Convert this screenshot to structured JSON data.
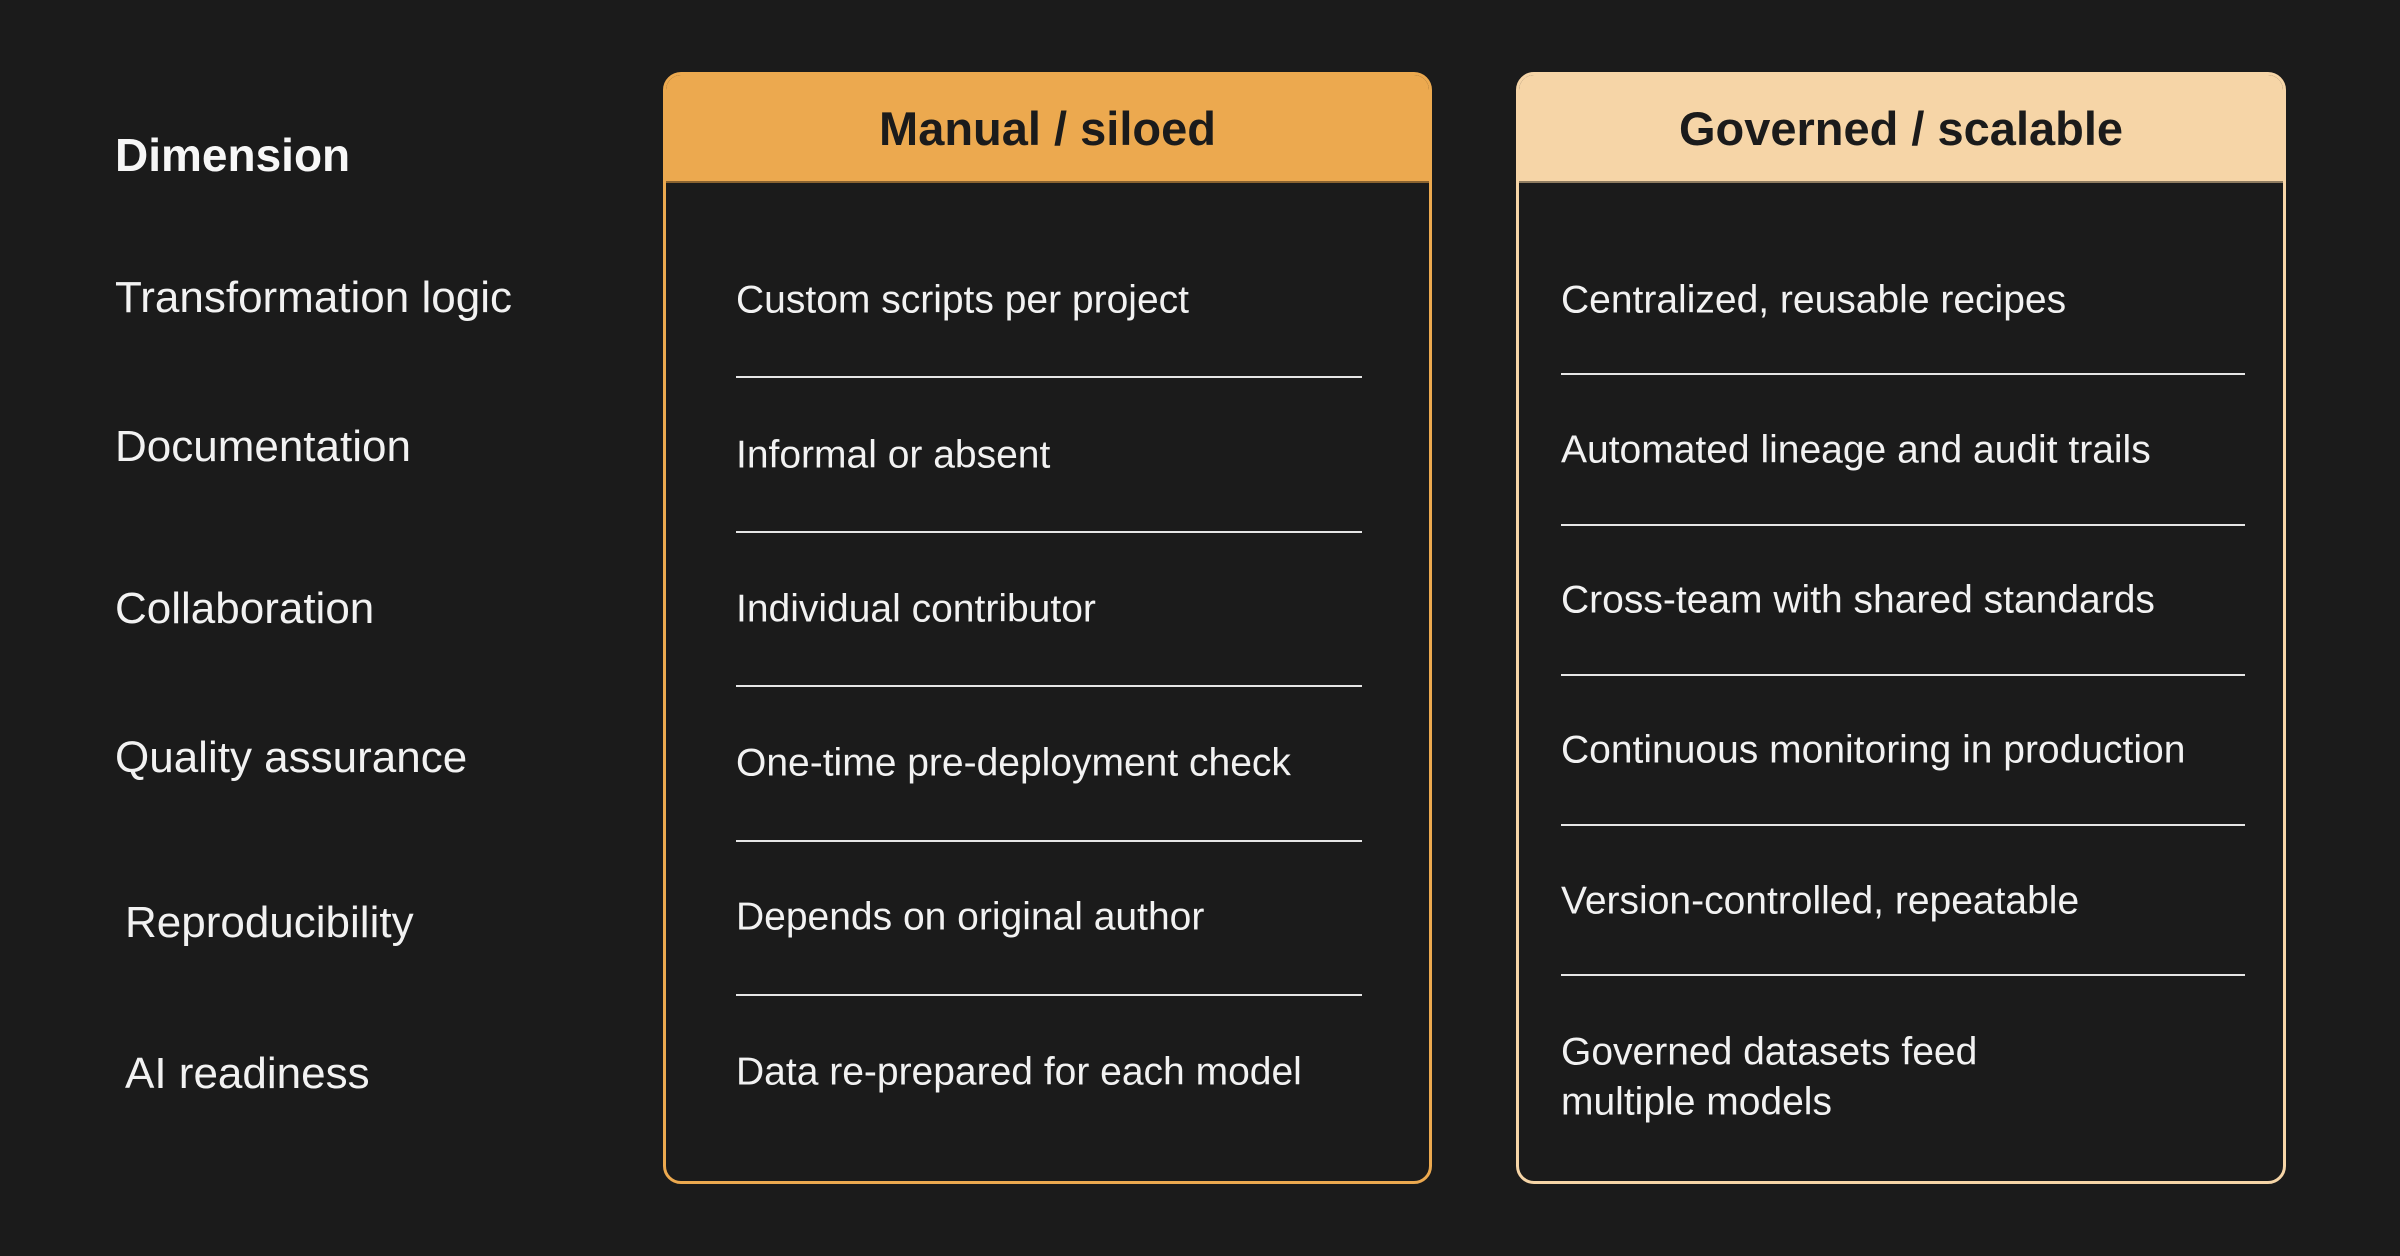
{
  "colors": {
    "background": "#1b1b1b",
    "manual_accent": "#eca94f",
    "governed_accent": "#f6d5a7",
    "text": "#f2f2f2"
  },
  "dimension": {
    "title": "Dimension",
    "rows": [
      "Transformation logic",
      "Documentation",
      "Collaboration",
      "Quality assurance",
      "Reproducibility",
      "AI readiness"
    ]
  },
  "manual": {
    "title": "Manual / siloed",
    "rows": [
      "Custom scripts per project",
      "Informal or absent",
      "Individual contributor",
      "One-time pre-deployment check",
      "Depends on original author",
      "Data re-prepared for each model"
    ]
  },
  "governed": {
    "title": "Governed / scalable",
    "rows": [
      "Centralized, reusable recipes",
      "Automated lineage and audit trails",
      "Cross-team with shared standards",
      "Continuous monitoring in production",
      "Version-controlled, repeatable",
      "Governed datasets feed",
      "multiple models"
    ]
  }
}
